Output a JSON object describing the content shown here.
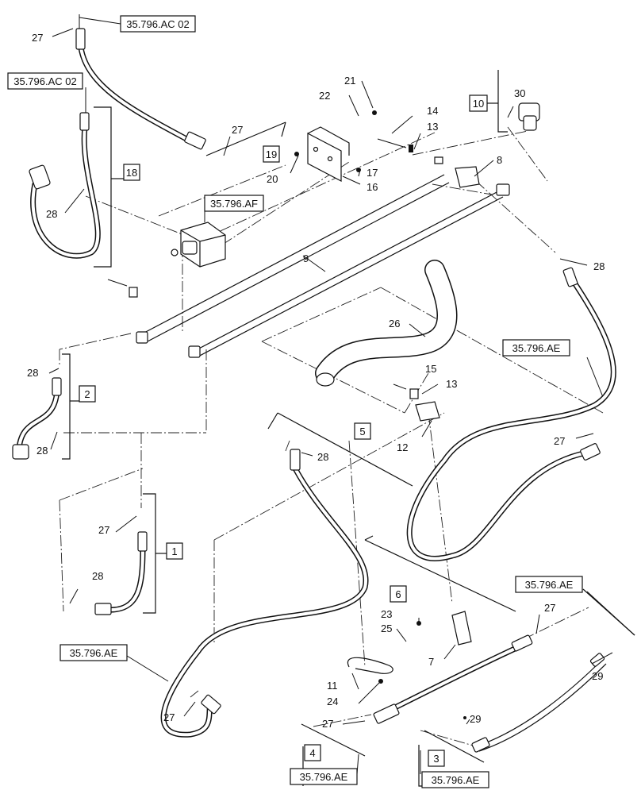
{
  "refs": {
    "r1": "35.796.AC 02",
    "r2": "35.796.AC 02",
    "r3": "35.796.AF",
    "r4": "35.796.AE",
    "r5": "35.796.AE",
    "r6": "35.796.AE",
    "r7": "35.796.AE",
    "r8": "35.796.AE"
  },
  "boxes": {
    "b1": "1",
    "b2": "2",
    "b3": "3",
    "b4": "4",
    "b5": "5",
    "b6": "6",
    "b10": "10",
    "b18": "18",
    "b19": "19"
  },
  "callouts": {
    "c27a": "27",
    "c27b": "27",
    "c27c": "27",
    "c27d": "27",
    "c27e": "27",
    "c27f": "27",
    "c27g": "27",
    "c28a": "28",
    "c28b": "28",
    "c28c": "28",
    "c28d": "28",
    "c28e": "28",
    "c28f": "28",
    "c21": "21",
    "c22": "22",
    "c14": "14",
    "c13a": "13",
    "c13b": "13",
    "c20": "20",
    "c17": "17",
    "c16": "16",
    "c30": "30",
    "c8": "8",
    "c9": "9",
    "c26": "26",
    "c15": "15",
    "c12": "12",
    "c23": "23",
    "c25": "25",
    "c11": "11",
    "c24": "24",
    "c7": "7",
    "c29a": "29",
    "c29b": "29"
  }
}
